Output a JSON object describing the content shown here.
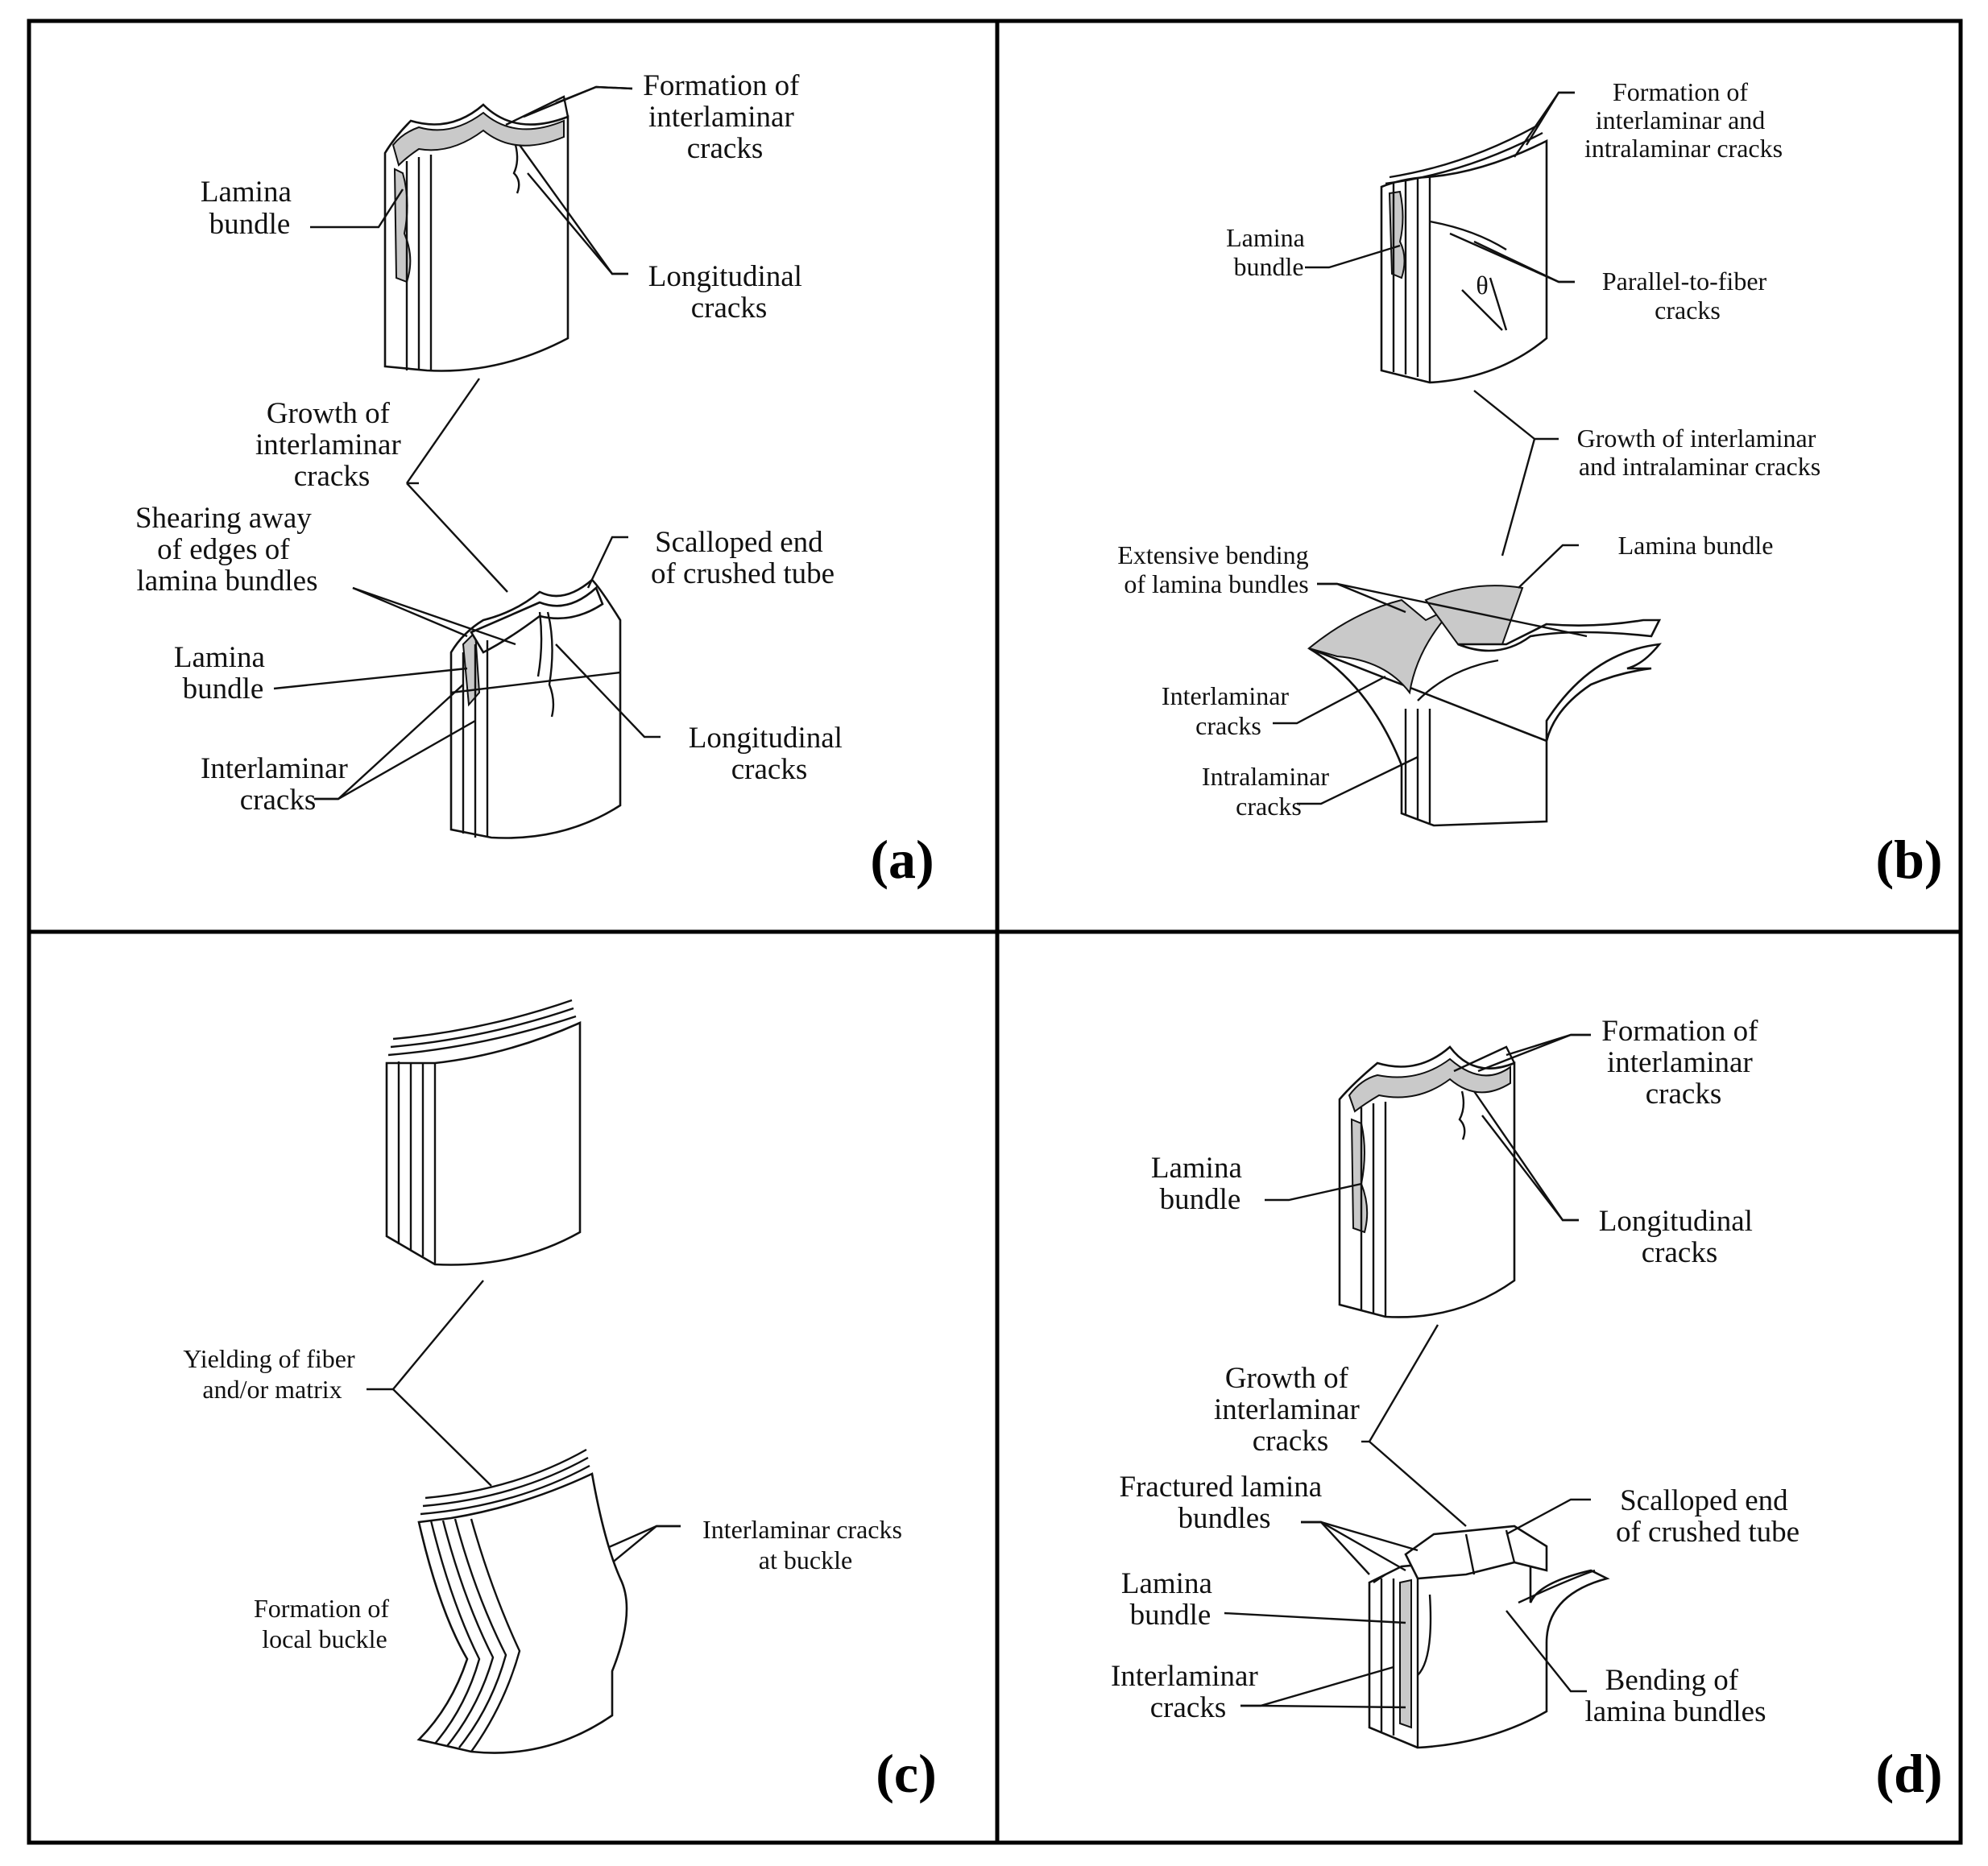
{
  "panels": [
    {
      "id": "a",
      "tag": "(a)",
      "labels": {
        "formation": [
          "Formation of",
          "interlaminar",
          "cracks"
        ],
        "lamina_top": [
          "Lamina",
          "bundle"
        ],
        "longitudinal_top": [
          "Longitudinal",
          "cracks"
        ],
        "growth": [
          "Growth of",
          "interlaminar",
          "cracks"
        ],
        "shearing": [
          "Shearing away",
          "of edges of",
          "lamina bundles"
        ],
        "scalloped": [
          "Scalloped end",
          "of crushed tube"
        ],
        "lamina_bottom": [
          "Lamina",
          "bundle"
        ],
        "longitudinal_bottom": [
          "Longitudinal",
          "cracks"
        ],
        "interlaminar": [
          "Interlaminar",
          "cracks"
        ]
      }
    },
    {
      "id": "b",
      "tag": "(b)",
      "labels": {
        "formation": [
          "Formation of",
          "interlaminar and",
          "intralaminar cracks"
        ],
        "lamina_top": [
          "Lamina",
          "bundle"
        ],
        "parallel": [
          "Parallel-to-fiber",
          "cracks"
        ],
        "theta": "θ",
        "growth": [
          "Growth of interlaminar",
          "and intralaminar cracks"
        ],
        "extensive": [
          "Extensive bending",
          "of lamina bundles"
        ],
        "lamina_bundle": "Lamina bundle",
        "interlaminar": [
          "Interlaminar",
          "cracks"
        ],
        "intralaminar": [
          "Intralaminar",
          "cracks"
        ]
      }
    },
    {
      "id": "c",
      "tag": "(c)",
      "labels": {
        "yielding": [
          "Yielding of fiber",
          "and/or matrix"
        ],
        "interlaminar_buckle": [
          "Interlaminar cracks",
          "at buckle"
        ],
        "local_buckle": [
          "Formation of",
          "local buckle"
        ]
      }
    },
    {
      "id": "d",
      "tag": "(d)",
      "labels": {
        "formation": [
          "Formation of",
          "interlaminar",
          "cracks"
        ],
        "lamina_top": [
          "Lamina",
          "bundle"
        ],
        "longitudinal": [
          "Longitudinal",
          "cracks"
        ],
        "growth": [
          "Growth of",
          "interlaminar",
          "cracks"
        ],
        "fractured": [
          "Fractured lamina",
          "bundles"
        ],
        "scalloped": [
          "Scalloped end",
          "of crushed tube"
        ],
        "lamina_bottom": [
          "Lamina",
          "bundle"
        ],
        "interlaminar": [
          "Interlaminar",
          "cracks"
        ],
        "bending": [
          "Bending of",
          "lamina bundles"
        ]
      }
    }
  ]
}
